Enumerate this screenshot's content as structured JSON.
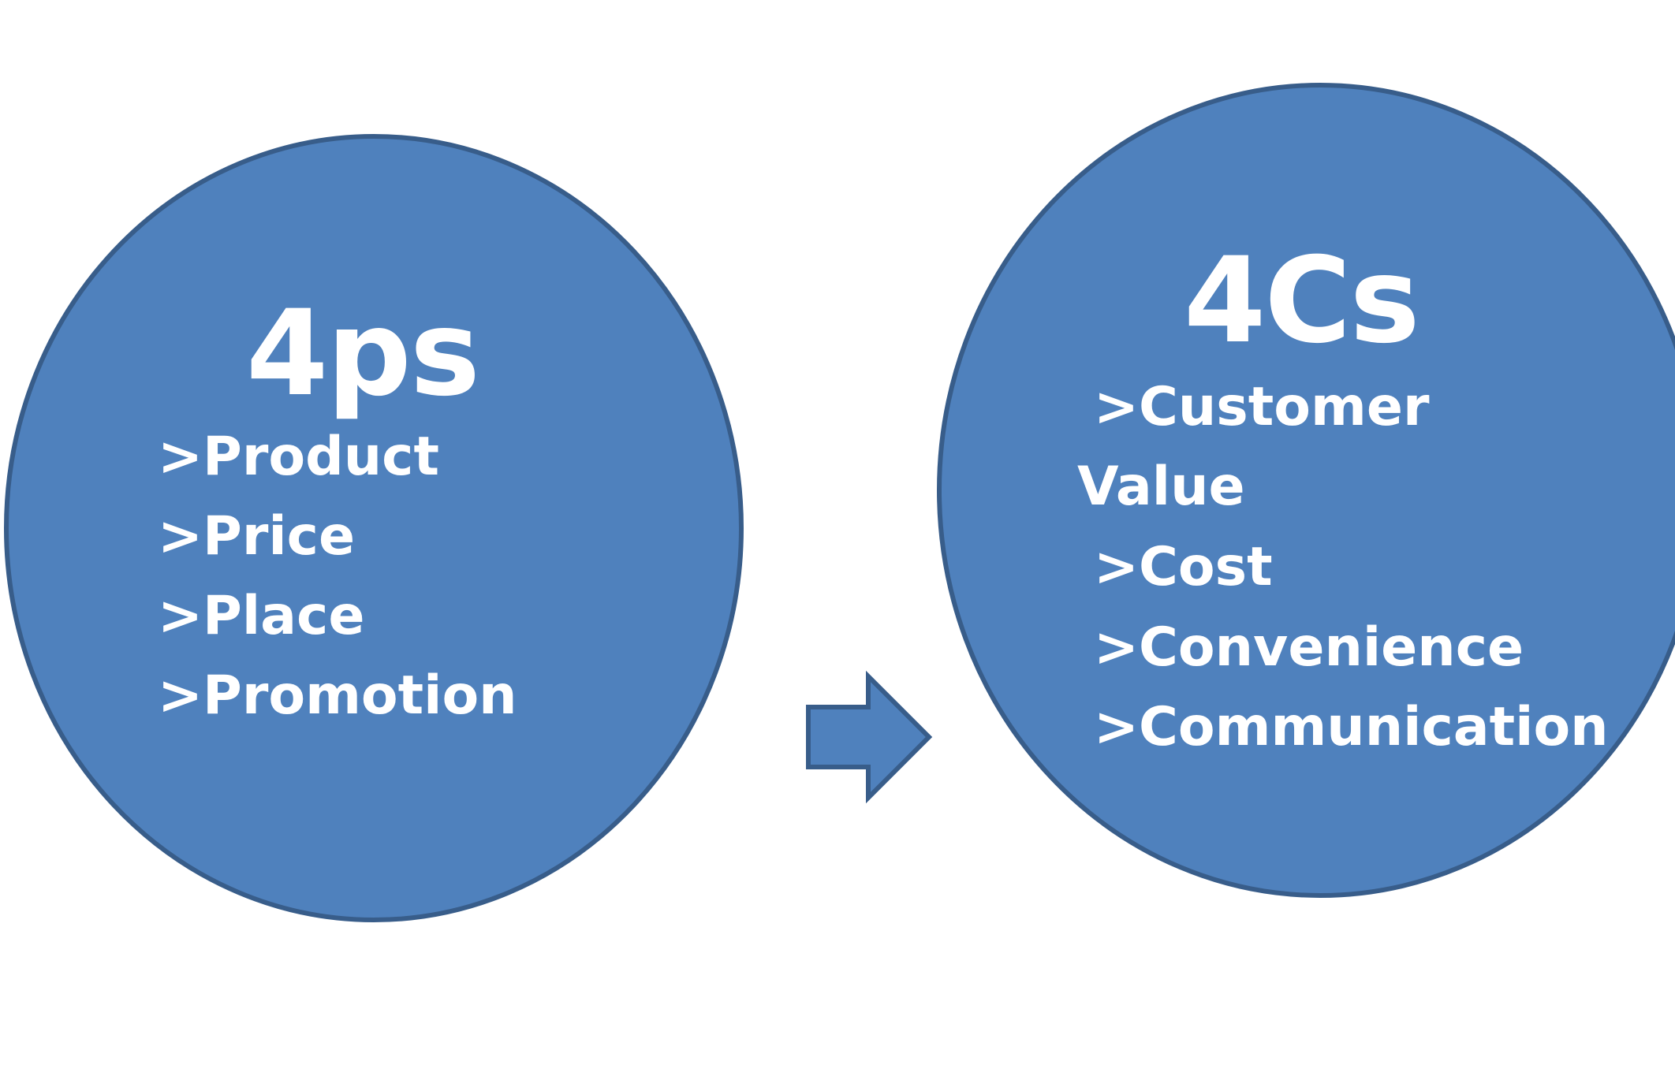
{
  "left_circle": {
    "title": "4ps",
    "items": [
      ">Product",
      ">Price",
      ">Place",
      ">Promotion"
    ]
  },
  "right_circle": {
    "title": "4Cs",
    "items": [
      ">Customer",
      "Value",
      ">Cost",
      ">Convenience",
      ">Communication"
    ]
  },
  "colors": {
    "circle_fill": "#4f81bd",
    "circle_stroke": "#385d8a",
    "text": "#ffffff",
    "background": "#ffffff"
  },
  "connector": {
    "icon": "right-arrow-icon"
  }
}
